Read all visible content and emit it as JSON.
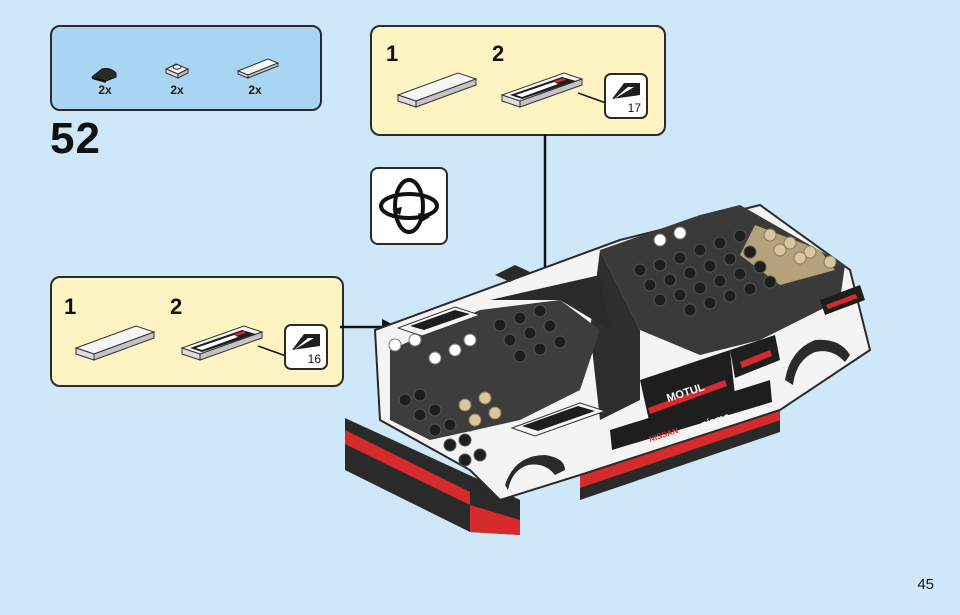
{
  "parts_list": {
    "items": [
      {
        "quantity": "2x",
        "icon": "black-curved-slope-tile-icon"
      },
      {
        "quantity": "2x",
        "icon": "white-1x1-plate-icon"
      },
      {
        "quantity": "2x",
        "icon": "white-1x4-tile-icon"
      }
    ]
  },
  "step": {
    "number": "52"
  },
  "substep_top": {
    "steps": [
      "1",
      "2"
    ],
    "sticker_ref": "17"
  },
  "substep_left": {
    "steps": [
      "1",
      "2"
    ],
    "sticker_ref": "16"
  },
  "rotate": {
    "icon": "rotate-model-icon"
  },
  "model": {
    "sticker_texts": [
      "MOTUL",
      "NISSAN",
      "nismo"
    ],
    "colors": {
      "white": "#ffffff",
      "black": "#2a2a2a",
      "red": "#d62b2b",
      "tan": "#b5a27a",
      "gray": "#6b6b6b"
    }
  },
  "page": {
    "number": "45"
  }
}
